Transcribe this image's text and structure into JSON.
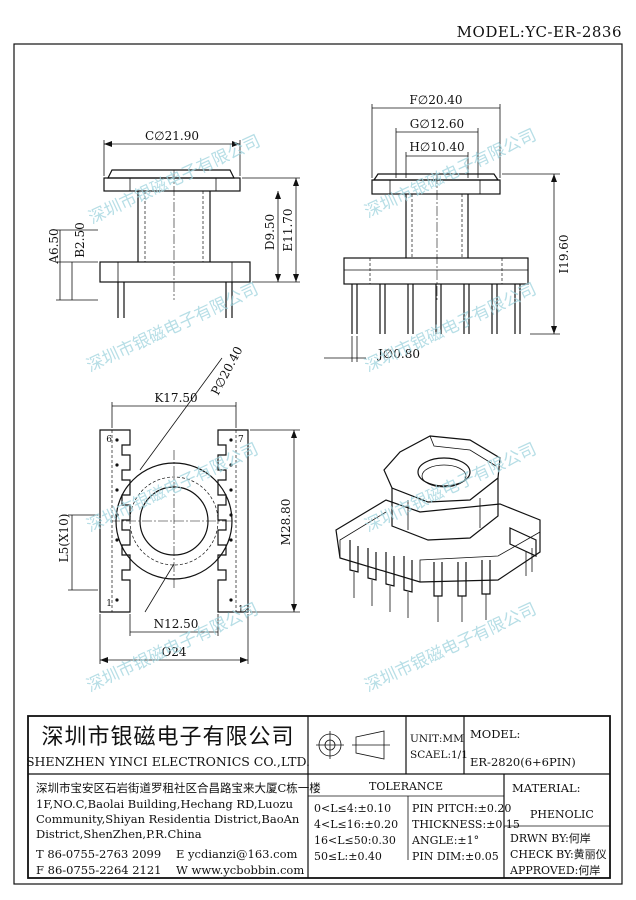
{
  "model_header": "MODEL:YC-ER-2836",
  "dimensions": {
    "c": "C∅21.90",
    "a": "A6.50",
    "b": "B2.50",
    "d": "D9.50",
    "e": "E11.70",
    "f": "F∅20.40",
    "g": "G∅12.60",
    "h": "H∅10.40",
    "i": "I19.60",
    "j": "J∅0.80",
    "k": "K17.50",
    "p": "P∅20.40",
    "l": "L5(X10)",
    "m": "M28.80",
    "n": "N12.50",
    "o": "O24"
  },
  "pin_labels": {
    "p6": "6",
    "p7": "7",
    "p1": "1",
    "p12": "12"
  },
  "watermark": "深圳市银磁电子有限公司",
  "title_block": {
    "company_cn": "深圳市银磁电子有限公司",
    "company_en": "SHENZHEN YINCI ELECTRONICS CO.,LTD.",
    "address_cn": "深圳市宝安区石岩街道罗租社区合昌路宝来大厦C栋一楼",
    "address_en_1": "1F,NO.C,Baolai Building,Hechang RD,Luozu",
    "address_en_2": "Community,Shiyan Residentia District,BaoAn",
    "address_en_3": "District,ShenZhen,P.R.China",
    "tel": "T 86-0755-2763 2099",
    "fax": "F 86-0755-2264 2121",
    "email": "E ycdianzi@163.com",
    "web": "W www.ycbobbin.com",
    "unit": "UNIT:MM",
    "scale": "SCAEL:1/1",
    "model_label": "MODEL:",
    "model_value": "ER-2820(6+6PIN)",
    "tolerance_label": "TOLERANCE",
    "tol_1": "0<L≤4:±0.10",
    "tol_2": "4<L≤16:±0.20",
    "tol_3": "16<L≤50:0.30",
    "tol_4": "50≤L:±0.40",
    "pin_pitch": "PIN PITCH:±0.20",
    "thickness": "THICKNESS:±0.15",
    "angle": "ANGLE:±1°",
    "pin_dim": "PIN DIM:±0.05",
    "material_label": "MATERIAL:",
    "material_value": "PHENOLIC",
    "drawn_by": "DRWN BY:何岸",
    "check_by": "CHECK BY:黄丽仪",
    "approved": "APPROVED:何岸"
  }
}
